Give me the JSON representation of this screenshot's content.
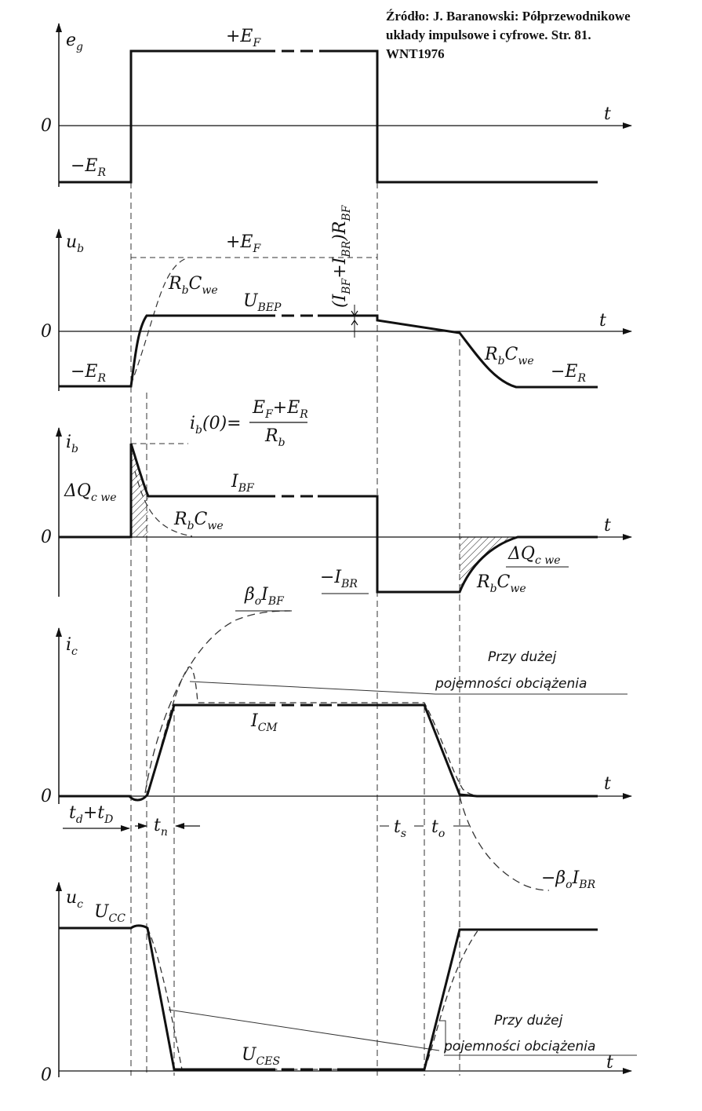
{
  "source": {
    "line1": "Źródło: J. Baranowski: Półprzewodnikowe",
    "line2": "układy impulsowe i cyfrowe. Str. 81.",
    "line3": "WNT1976"
  },
  "axis": {
    "t": "t",
    "zero": "0"
  },
  "panel_eg": {
    "y": "e",
    "y_sub": "g",
    "level_high": "+E",
    "level_high_sub": "F",
    "level_low": "−E",
    "level_low_sub": "R"
  },
  "panel_ub": {
    "y": "u",
    "y_sub": "b",
    "level_high": "+E",
    "level_high_sub": "F",
    "rc": "R",
    "rc_sub1": "b",
    "rc_c": "C",
    "rc_sub2": "we",
    "ubep": "U",
    "ubep_sub": "BEP",
    "drop_main": "(I",
    "drop_sub1": "BF",
    "drop_plus": "+I",
    "drop_sub2": "BR",
    "drop_close": ")R",
    "drop_sub3": "BF",
    "level_low": "−E",
    "level_low_sub": "R"
  },
  "panel_ib": {
    "y": "i",
    "y_sub": "b",
    "i0_lhs": "i",
    "i0_lhs_sub": "b",
    "i0_arg": "(0)=",
    "i0_num_a": "E",
    "i0_num_a_sub": "F",
    "i0_num_plus": "+E",
    "i0_num_b_sub": "R",
    "i0_den": "R",
    "i0_den_sub": "b",
    "dq": "ΔQ",
    "dq_sub": "c we",
    "ibf": "I",
    "ibf_sub": "BF",
    "ibr": "−I",
    "ibr_sub": "BR"
  },
  "panel_ic": {
    "y": "i",
    "y_sub": "c",
    "beta_bf": "β",
    "beta_bf_sub": "o",
    "beta_bf_i": "I",
    "beta_bf_i_sub": "BF",
    "icm": "I",
    "icm_sub": "CM",
    "note1": "Przy dużej",
    "note2": "pojemności obciążenia",
    "td": "t",
    "td_sub": "d",
    "td_plus": "+t",
    "td_sub2": "D",
    "tn": "t",
    "tn_sub": "n",
    "ts": "t",
    "ts_sub": "s",
    "to": "t",
    "to_sub": "o",
    "beta_br": "−β",
    "beta_br_sub": "o",
    "beta_br_i": "I",
    "beta_br_i_sub": "BR"
  },
  "panel_uc": {
    "y": "u",
    "y_sub": "c",
    "ucc": "U",
    "ucc_sub": "CC",
    "uces": "U",
    "uces_sub": "CES",
    "note1": "Przy dużej",
    "note2": "pojemności obciążenia"
  }
}
